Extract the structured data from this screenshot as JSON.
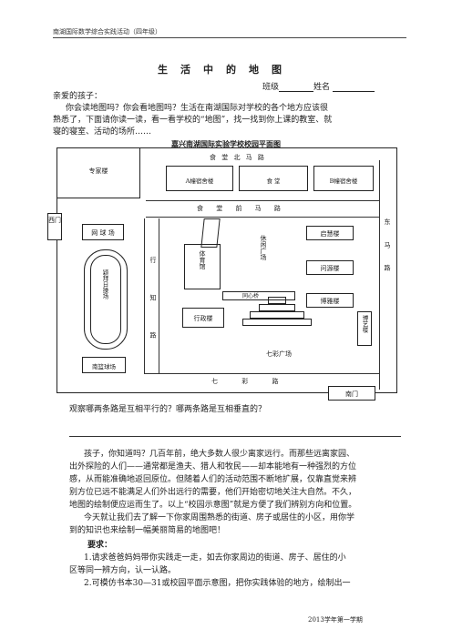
{
  "header": {
    "text": "南湖国际数学综合实践活动（四年级）"
  },
  "title": "生活中的地图",
  "student": {
    "class_label": "班级",
    "name_label": "姓名"
  },
  "intro": {
    "greeting": "亲爱的孩子：",
    "line1": "你会读地图吗？你会看地图吗？生活在南湖国际对学校的各个地方应该很",
    "line2": "熟悉了，下面请你读一读，看一看学校的“地图”，找一找到你上课的教室、就",
    "line3": "寝的寝室、活动的场所……"
  },
  "map": {
    "title": "嘉兴南湖国际实验学校校园平面图",
    "roads": {
      "north": "食 堂 北 马 路",
      "front": "食 堂 前 马 路",
      "west": "行 知 路",
      "east": "东 马 路",
      "south": "七 彩 路"
    },
    "places": {
      "experts": "专家楼",
      "dorm_a": "A幢宿舍楼",
      "canteen": "食 堂",
      "dorm_b": "B幢宿舍楼",
      "west_gate": "西门",
      "tennis": "网 球 场",
      "stadium": "颖拜日操场",
      "south_court": "南篮球场",
      "gym": "体育馆",
      "plaza": "休闲广场",
      "qiming": "启慧楼",
      "wenyuan": "问源楼",
      "boya": "博雅楼",
      "boyi": "博艺楼",
      "bridge": "同心桥",
      "admin": "行政楼",
      "colorful_plaza": "七彩广场",
      "south_gate": "南门"
    }
  },
  "question": "观察哪两条路是互相平行的？哪两条路是互相垂直的？",
  "passage": {
    "l1": "孩子，你知道吗？几百年前，绝大多数人很少离家远行。而那些远离家园、",
    "l2": "出外探险的人们——通常都是渔夫、猎人和牧民——却本能地有一种强烈的方位",
    "l3": "感，从而能准确地返回原位。但随着人们的活动范围不断地扩展，仅靠直觉来辨",
    "l4": "别方位已远不能满足人们外出远行的需要，他们开始密切地关注大自然。不久，",
    "l5": "地图的绘制便应运而生了。以上“校园示意图”就是方便了我们辨别方向和位置。",
    "l6": "今天就让我们去了解一下你家周围熟悉的街道、房子或居住的小区，用你学",
    "l7": "到的知识也来绘制一幅美丽简易的地图吧！"
  },
  "requirements": {
    "label": "要求：",
    "r1a": "1.请求爸爸妈妈带你实践走一走，如去你家周边的街道、房子、居住的小",
    "r1b": "区等同一辨方向，认一认路。",
    "r2": "2.可模仿书本30—31或校园平面示意图，把你实践体验的地方，绘制出一"
  },
  "footer": "2013学年第一学期"
}
